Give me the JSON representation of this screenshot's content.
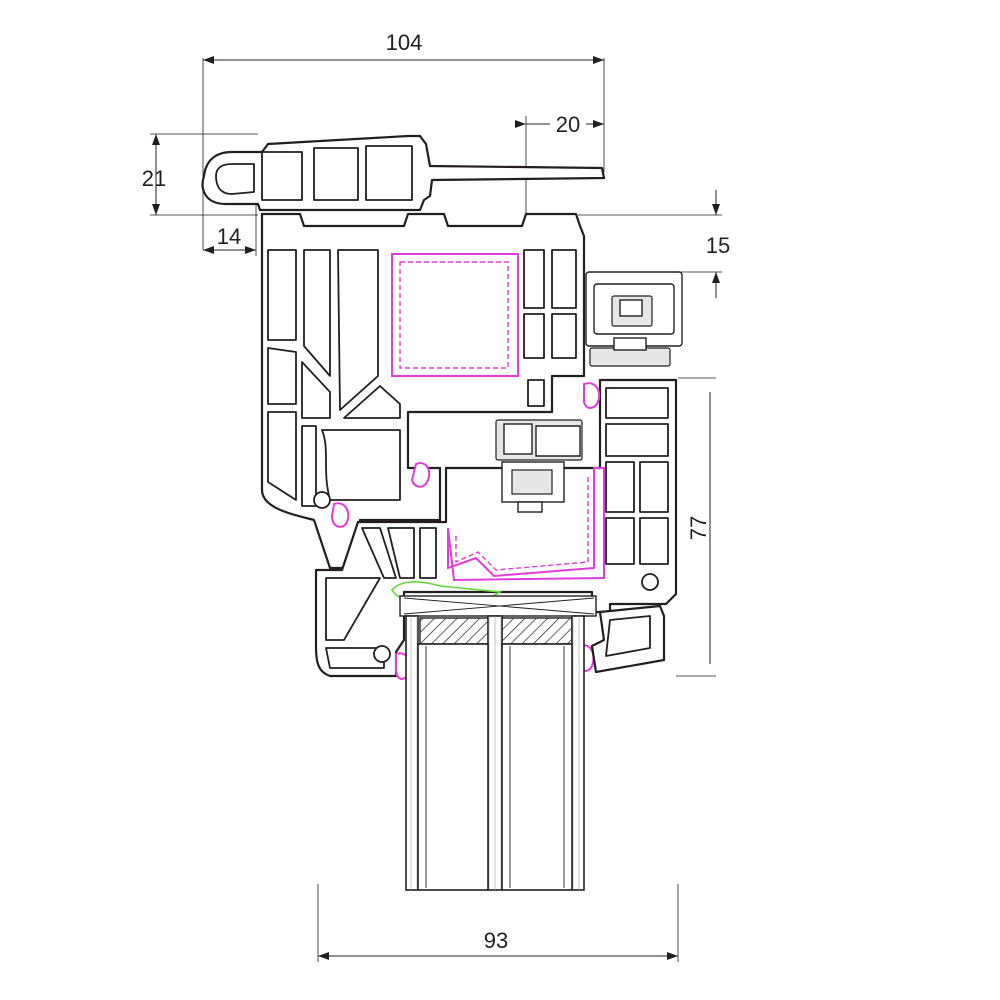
{
  "dimensions": {
    "overall_width": "104",
    "drip_width": "20",
    "drip_height": "21",
    "nose_width": "14",
    "overlap_height": "15",
    "sash_height": "77",
    "bottom_width": "93"
  },
  "colors": {
    "outline": "#231f20",
    "reinforcement": "#e23bd9",
    "gasket": "#e23bd9",
    "seal": "#66d63a",
    "background": "#ffffff"
  }
}
